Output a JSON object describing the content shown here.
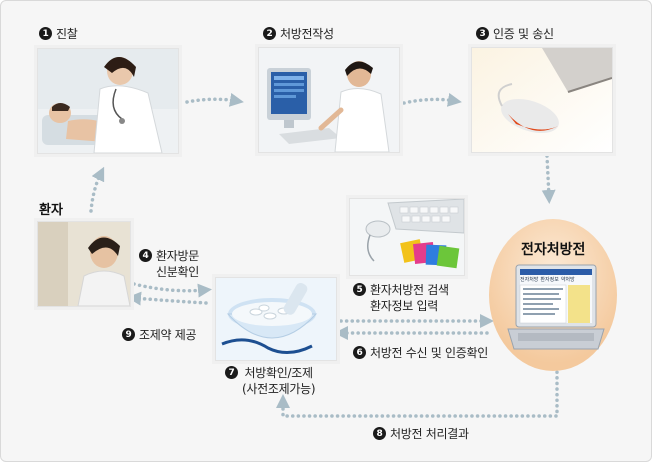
{
  "steps": {
    "s1": {
      "num": "1",
      "label": "진찰"
    },
    "s2": {
      "num": "2",
      "label": "처방전작성"
    },
    "s3": {
      "num": "3",
      "label": "인증 및 송신"
    },
    "s4": {
      "num": "4",
      "line1": "환자방문",
      "line2": "신분확인"
    },
    "s5": {
      "num": "5",
      "line1": "환자처방전 검색",
      "line2": "환자정보 입력"
    },
    "s6": {
      "num": "6",
      "label": "처방전 수신 및 인증확인"
    },
    "s7": {
      "num": "7",
      "line1": "처방확인/조제",
      "line2": "(사전조제가능)"
    },
    "s8": {
      "num": "8",
      "label": "처방전 처리결과"
    },
    "s9": {
      "num": "9",
      "label": "조제약 제공"
    }
  },
  "patient_title": "환자",
  "eprescription_title": "전자처방전",
  "laptop_screen_tabs": [
    "전자처방",
    "환자정보",
    "약처방"
  ],
  "colors": {
    "background": "#f6f6f6",
    "arrow": "#a9bcc6",
    "badge": "#1a1a1a",
    "eprescription_circle": "#f7d7b5"
  }
}
